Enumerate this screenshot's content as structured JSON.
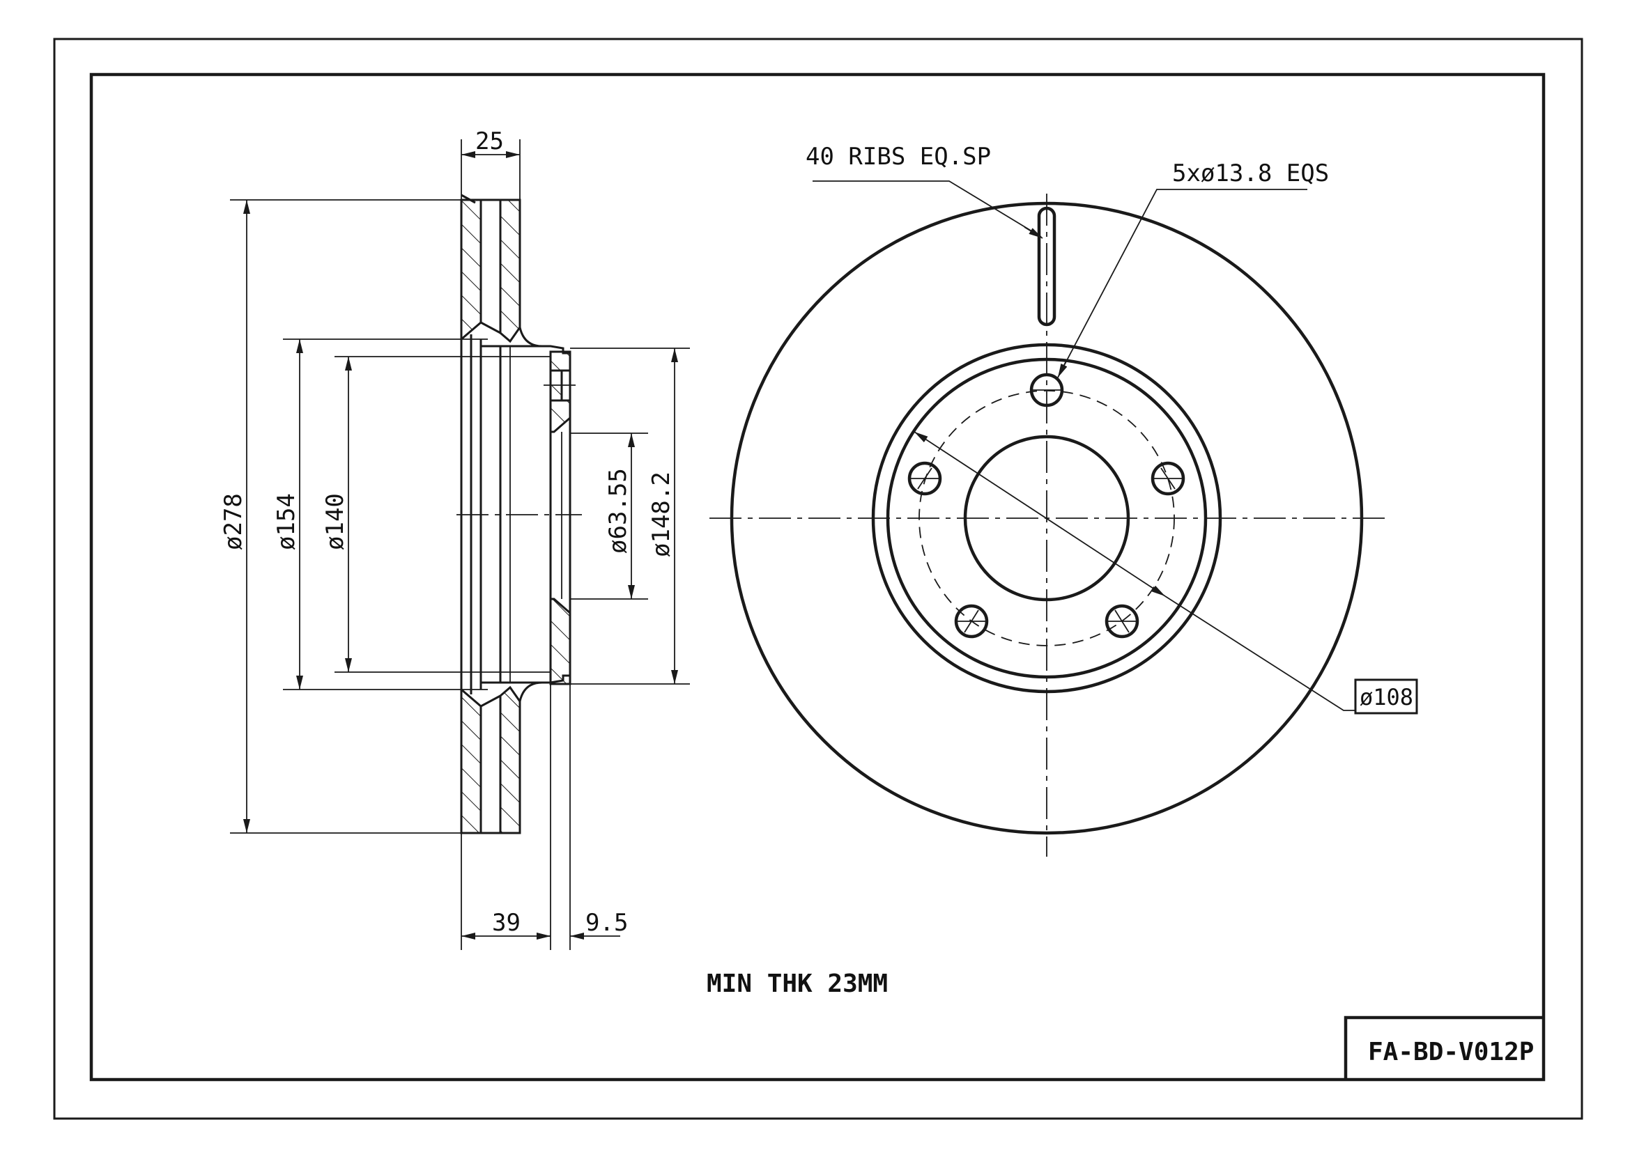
{
  "title_block": {
    "part_number": "FA-BD-V012P"
  },
  "notes": {
    "min_thickness": "MIN THK 23MM"
  },
  "section_view": {
    "dimensions": {
      "outer_diameter": "ø278",
      "diameter_154": "ø154",
      "diameter_140": "ø140",
      "center_bore": "ø63.55",
      "hat_diameter": "ø148.2",
      "thickness": "25",
      "offset": "39",
      "hat_thickness": "9.5"
    }
  },
  "front_view": {
    "callouts": {
      "ribs": "40 RIBS EQ.SP",
      "bolt_holes": "5xø13.8 EQS",
      "pcd": "ø108"
    },
    "bolt_hole_count": 5,
    "rib_count": 40
  },
  "colors": {
    "line": "#1a1a1a",
    "background": "#ffffff"
  }
}
